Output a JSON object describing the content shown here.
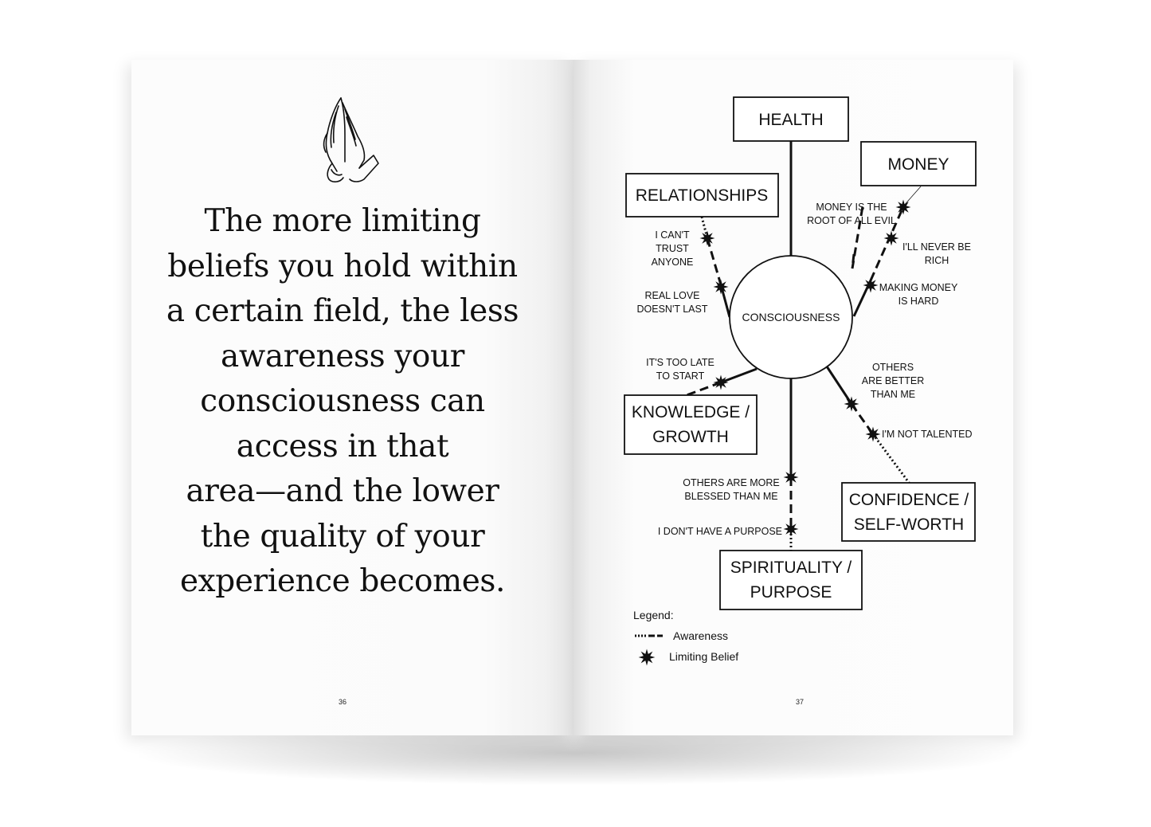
{
  "left_page": {
    "icon": "praying-hands-icon",
    "quote_lines": [
      "The more limiting",
      "beliefs you hold within",
      "a certain field, the less",
      "awareness your",
      "consciousness can",
      "access in that",
      "area—and the lower",
      "the quality of your",
      "experience becomes."
    ],
    "page_number": "36"
  },
  "right_page": {
    "page_number": "37",
    "diagram": {
      "center_label": "CONSCIOUSNESS",
      "areas": {
        "health": [
          "HEALTH"
        ],
        "money": [
          "MONEY"
        ],
        "relationships": [
          "RELATIONSHIPS"
        ],
        "knowledge": [
          "KNOWLEDGE /",
          "GROWTH"
        ],
        "confidence": [
          "CONFIDENCE /",
          "SELF-WORTH"
        ],
        "spirituality": [
          "SPIRITUALITY /",
          "PURPOSE"
        ]
      },
      "beliefs": {
        "cant_trust": [
          "I CAN'T",
          "TRUST",
          "ANYONE"
        ],
        "real_love": [
          "REAL LOVE",
          "DOESN'T LAST"
        ],
        "money_root": [
          "MONEY IS THE",
          "ROOT OF ALL EVIL"
        ],
        "never_rich": [
          "I'LL NEVER BE",
          "RICH"
        ],
        "money_hard": [
          "MAKING MONEY",
          "IS HARD"
        ],
        "too_late": [
          "IT'S TOO LATE",
          "TO START"
        ],
        "others_better": [
          "OTHERS",
          "ARE BETTER",
          "THAN ME"
        ],
        "not_talented": [
          "I'M NOT TALENTED"
        ],
        "others_blessed": [
          "OTHERS ARE MORE",
          "BLESSED THAN ME"
        ],
        "no_purpose": [
          "I DON'T HAVE A PURPOSE"
        ]
      },
      "legend": {
        "title": "Legend:",
        "awareness": "Awareness",
        "limiting_belief": "Limiting Belief"
      }
    }
  }
}
